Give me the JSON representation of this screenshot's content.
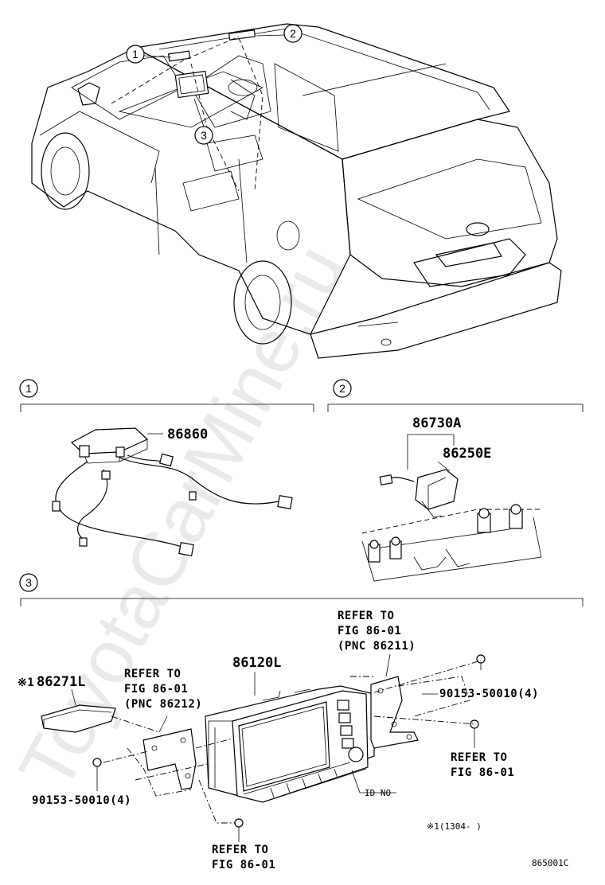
{
  "callouts": {
    "c1": "1",
    "c2": "2",
    "c3": "3"
  },
  "sections": [
    {
      "number": "1"
    },
    {
      "number": "2"
    },
    {
      "number": "3"
    }
  ],
  "parts": {
    "p86860": "86860",
    "p86730A": "86730A",
    "p86250E": "86250E",
    "p86271L": "86271L",
    "p86271L_mark": "※1",
    "p86120L": "86120L",
    "bolt_left": "90153-50010(4)",
    "bolt_right": "90153-50010(4)",
    "id_no": "ID NO"
  },
  "refs": {
    "top_right": [
      "REFER TO",
      "FIG 86-01",
      "(PNC 86211)"
    ],
    "left": [
      "REFER TO",
      "FIG 86-01",
      "(PNC 86212)"
    ],
    "right": [
      "REFER TO",
      "FIG 86-01"
    ],
    "bottom": [
      "REFER TO",
      "FIG 86-01"
    ]
  },
  "note": "※1(1304-      )",
  "figure_code": "865001C",
  "watermark": "ToyotaCarMine.ru"
}
